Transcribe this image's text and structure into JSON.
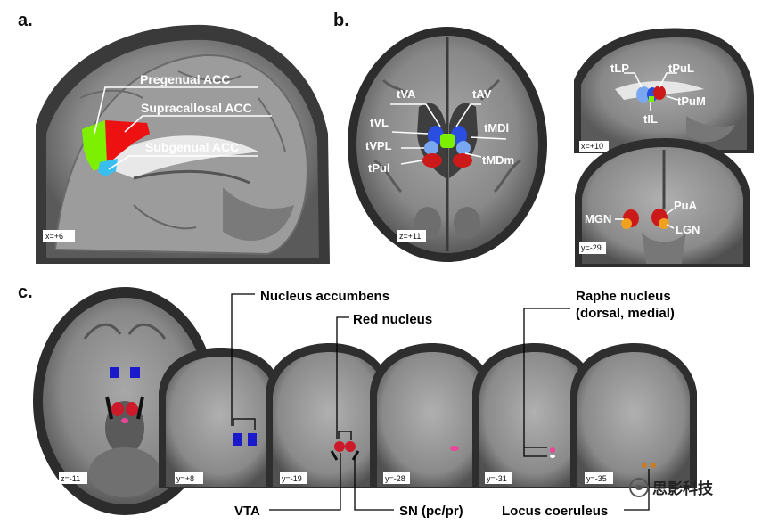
{
  "panels": {
    "a": {
      "label": "a.",
      "coord": "x=+6",
      "regions": [
        {
          "name": "Pregenual ACC",
          "color": "#7cf000"
        },
        {
          "name": "Supracallosal ACC",
          "color": "#ee1111"
        },
        {
          "name": "Subgenual ACC",
          "color": "#38bff0"
        }
      ]
    },
    "b": {
      "label": "b.",
      "axial": {
        "coord": "z=+11",
        "labels": [
          "tVA",
          "tAV",
          "tVL",
          "tMDl",
          "tVPL",
          "tMDm",
          "tPul"
        ]
      },
      "sagittal": {
        "coord": "x=+10",
        "labels": [
          "tLP",
          "tPuL",
          "tPuM",
          "tIL"
        ]
      },
      "coronal": {
        "coord": "y=-29",
        "labels": [
          "MGN",
          "PuA",
          "LGN"
        ]
      }
    },
    "c": {
      "label": "c.",
      "slices": [
        "z=-11",
        "y=+8",
        "y=-19",
        "y=-28",
        "y=-31",
        "y=-35"
      ],
      "nuclei": [
        "Nucleus accumbens",
        "Red nucleus",
        "Raphe nucleus",
        "(dorsal, medial)",
        "VTA",
        "SN (pc/pr)",
        "Locus coeruleus"
      ]
    }
  },
  "watermark": {
    "text": "思影科技",
    "icon": "wechat-icon"
  },
  "colors": {
    "nacc": "#1a1acc",
    "red": "#cc1a2a",
    "raphe": "#ee4499",
    "lc": "#cc7a22",
    "vta": "#111111"
  }
}
